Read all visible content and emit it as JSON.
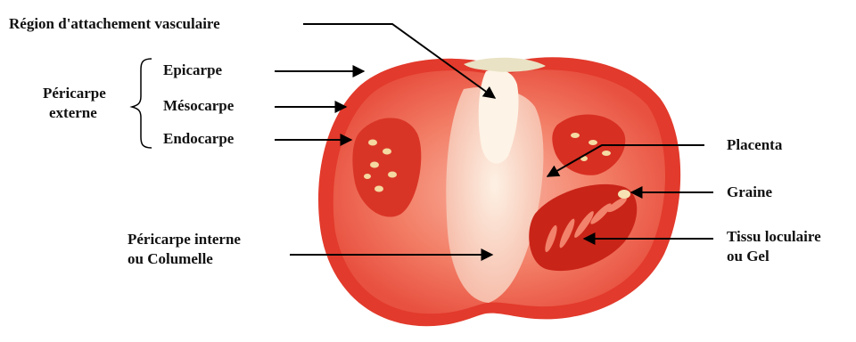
{
  "figure": {
    "labels": {
      "vascular": "Région d'attachement vasculaire",
      "pericarp_ext_line1": "Péricarpe",
      "pericarp_ext_line2": "externe",
      "epicarp": "Epicarpe",
      "mesocarp": "Mésocarpe",
      "endocarp": "Endocarpe",
      "placenta": "Placenta",
      "seed": "Graine",
      "locular_line1": "Tissu loculaire",
      "locular_line2": "ou Gel",
      "columella_line1": "Péricarpe interne",
      "columella_line2": "ou Columelle"
    },
    "colors": {
      "skin": "#e23a2c",
      "flesh": "#f26b55",
      "inner_flesh": "#f7a796",
      "locule": "#d52c22",
      "seed": "#f4d9a0",
      "vascular_core": "#fbe9d8",
      "arrow": "#000000"
    }
  }
}
